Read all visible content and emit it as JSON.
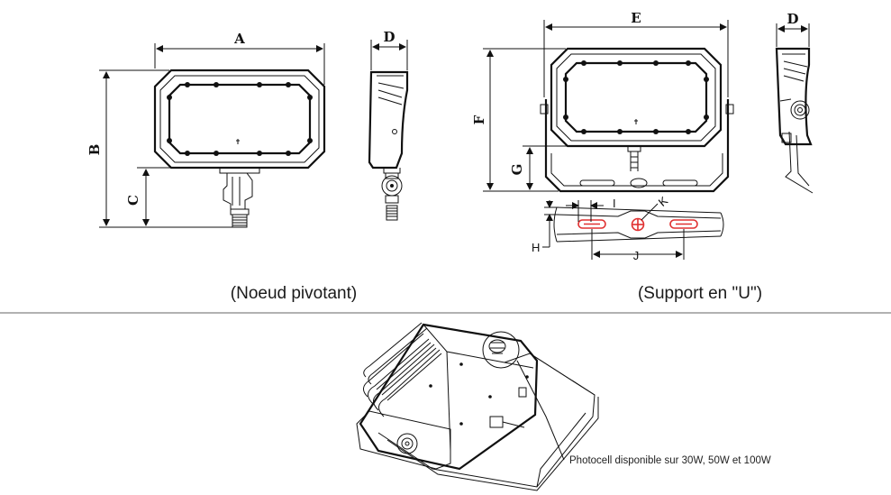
{
  "dimension_labels": {
    "a": "A",
    "b": "B",
    "c": "C",
    "d_left": "D",
    "e": "E",
    "f": "F",
    "g": "G",
    "d_right": "D",
    "h": "H",
    "i": "I",
    "j": "J",
    "k": "K"
  },
  "captions": {
    "swivel": "(Noeud pivotant)",
    "bracket": "(Support en \"U\")"
  },
  "callout": {
    "photocell": "Photocell disponible sur 30W, 50W et 100W"
  },
  "colors": {
    "line": "#111111",
    "slot_highlight": "#e03030",
    "divider": "#666666"
  }
}
